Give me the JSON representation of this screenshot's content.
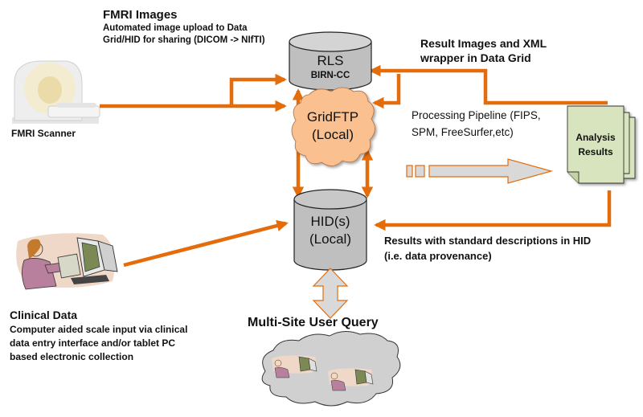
{
  "diagram": {
    "colors": {
      "arrow": "#E46C0A",
      "cylinder": "#BFBFBF",
      "cloud_gridftp": "#FAC090",
      "cloud_query": "#D0D0D0",
      "analysis_pages": "#D7E4BD",
      "hollow_arrow_fill": "#D9D9D9"
    },
    "fmri_images": {
      "title": "FMRI Images",
      "line1": "Automated image upload to Data",
      "line2": "Grid/HID for sharing (DICOM -> NIfTI)"
    },
    "fmri_scanner": {
      "label": "FMRI Scanner",
      "icon": "mri-scanner-icon"
    },
    "rls": {
      "line1": "RLS",
      "line2": "BIRN-CC"
    },
    "gridftp": {
      "line1": "GridFTP",
      "line2": "(Local)"
    },
    "hid": {
      "line1": "HID(s)",
      "line2": "(Local)"
    },
    "result_images": {
      "line1": "Result Images and XML",
      "line2": "wrapper in Data Grid"
    },
    "processing_pipeline": {
      "line1": "Processing Pipeline (FIPS,",
      "line2": "SPM, FreeSurfer,etc)"
    },
    "analysis_results": {
      "line1": "Analysis",
      "line2": "Results"
    },
    "results_hid": {
      "line1": "Results with standard descriptions in HID",
      "line2": "(i.e. data provenance)"
    },
    "clinical_data": {
      "title": "Clinical Data",
      "line1": "Computer aided scale input via clinical",
      "line2": "data entry interface and/or tablet PC",
      "line3": "based electronic collection",
      "icon": "clinician-computer-icon"
    },
    "multi_site": {
      "title": "Multi-Site User Query",
      "icon": "users-cloud-icon"
    }
  }
}
